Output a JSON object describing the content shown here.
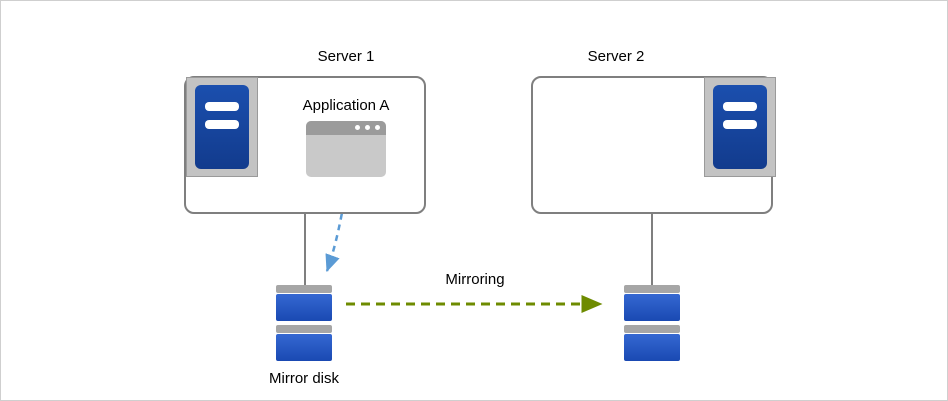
{
  "diagram": {
    "server1_label": "Server 1",
    "server2_label": "Server 2",
    "application_label": "Application A",
    "mirroring_label": "Mirroring",
    "mirror_disk_label": "Mirror disk"
  },
  "colors": {
    "box_border": "#7f7f7f",
    "server_blue": "#16449e",
    "disk_blue": "#2157c4",
    "icon_gray": "#c3c3c3",
    "window_gray": "#c9c9c9",
    "titlebar_gray": "#9b9b9b",
    "arrow_green": "#6e8b00",
    "arrow_blue": "#5b9bd5"
  },
  "icons": {
    "server1_icon": "server-tower-icon",
    "server2_icon": "server-tower-icon",
    "application_window_icon": "app-window-icon",
    "disk_left": "mirror-disk-icon",
    "disk_right": "mirror-disk-icon"
  }
}
